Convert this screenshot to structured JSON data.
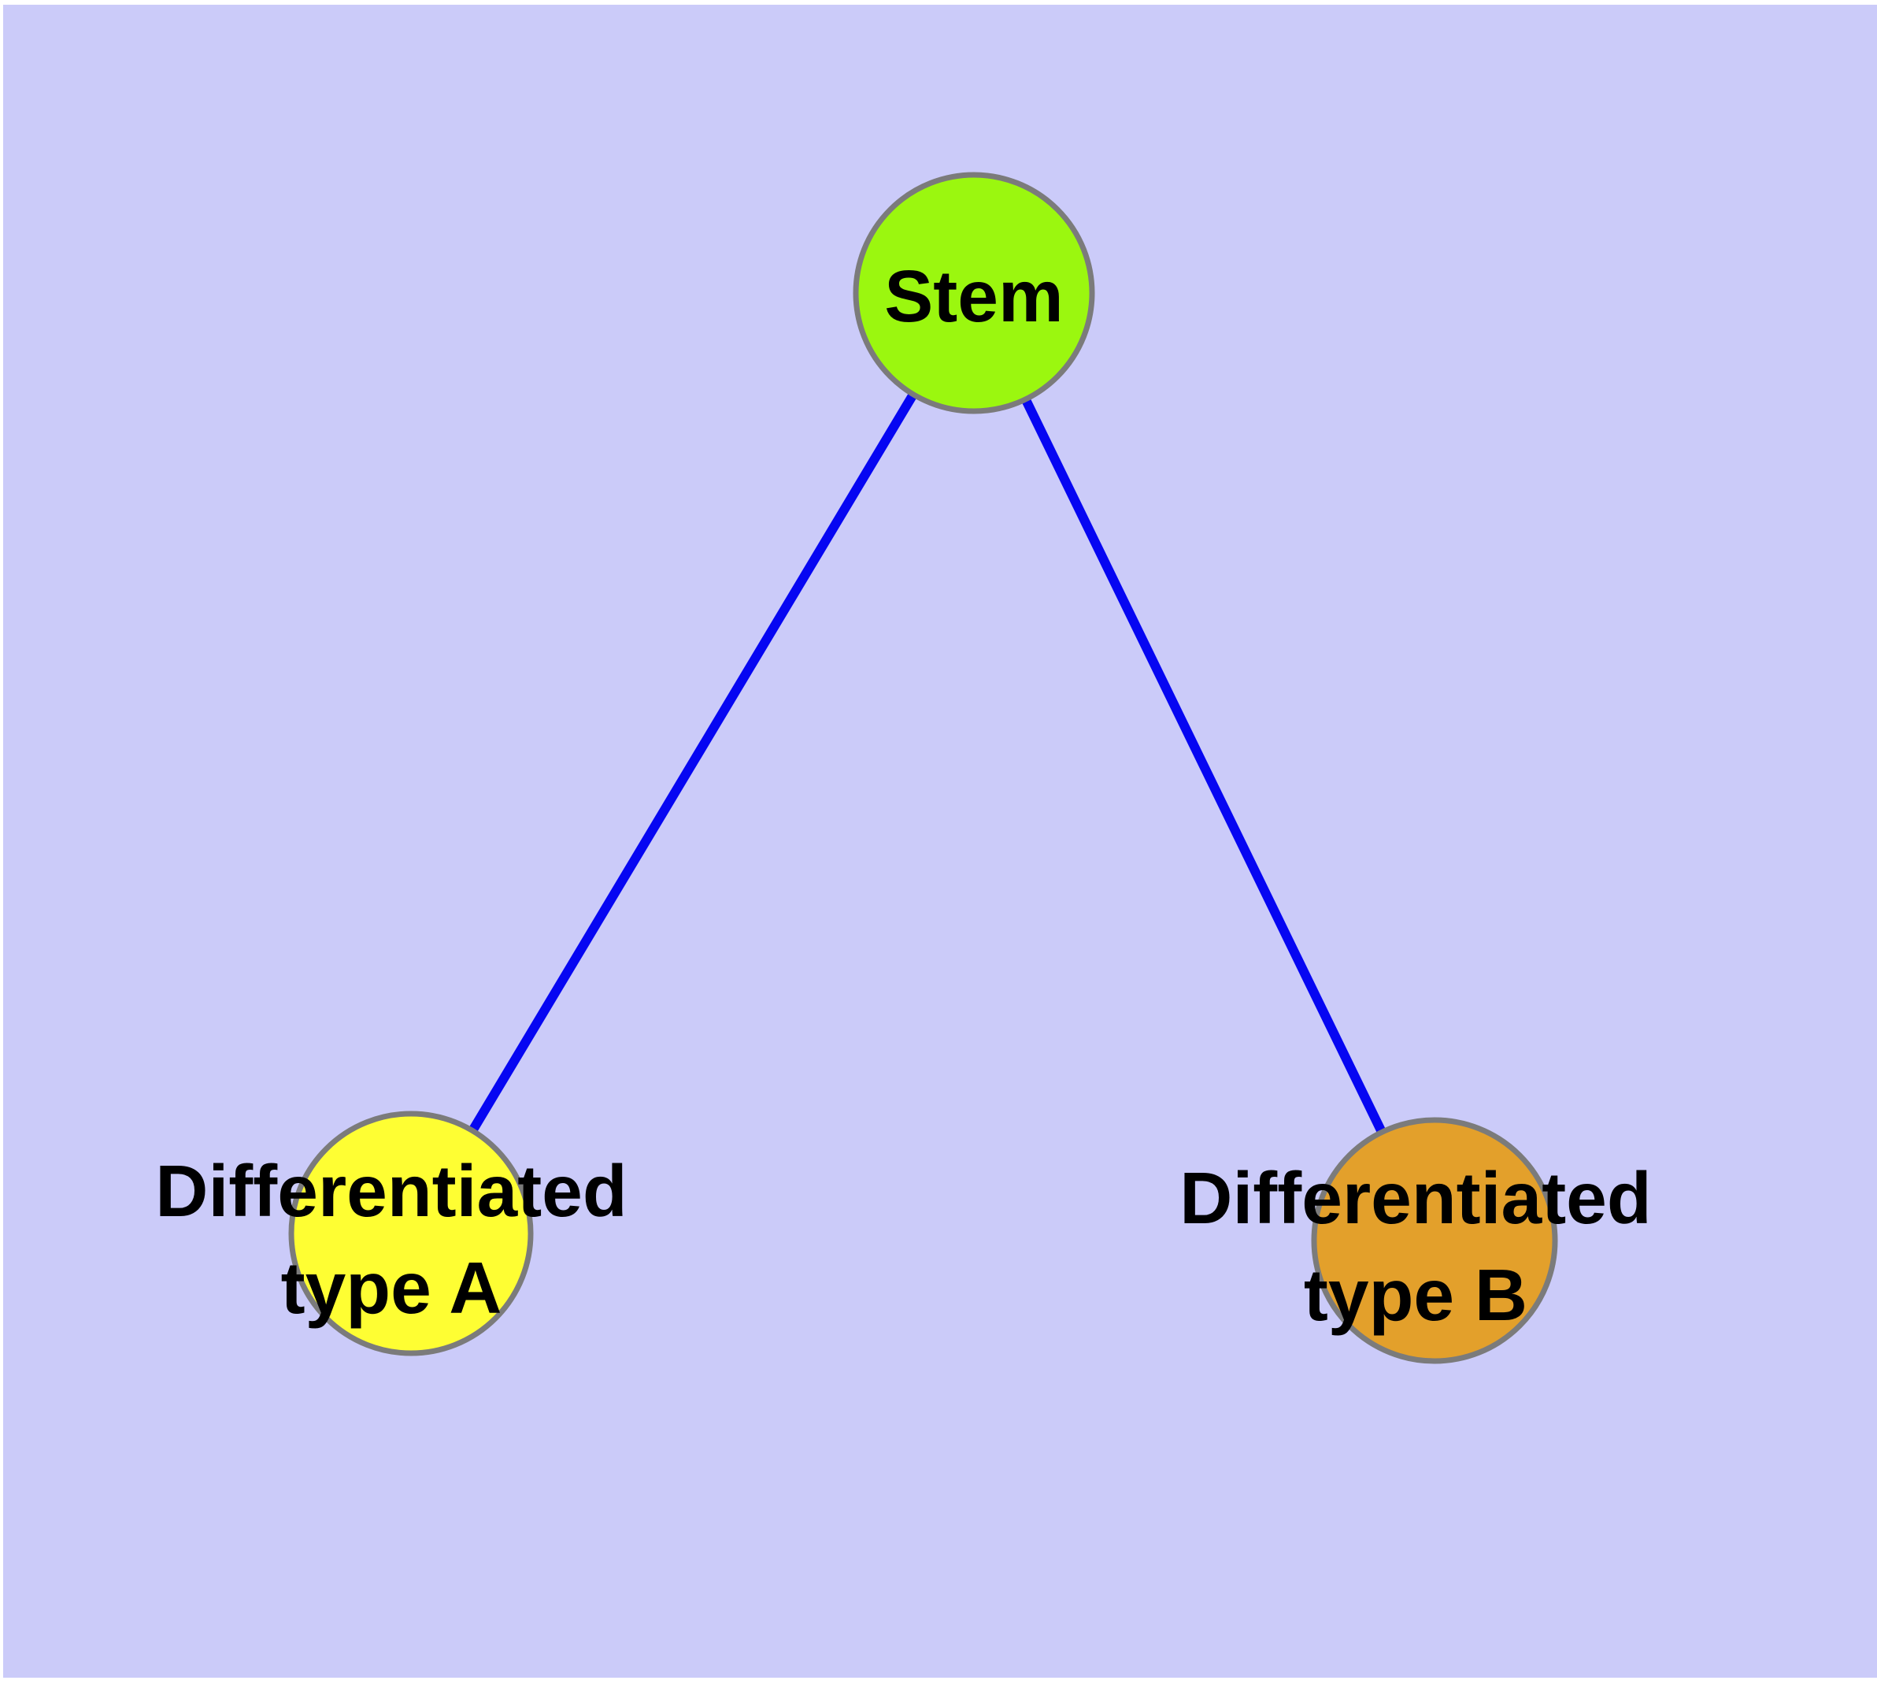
{
  "diagram": {
    "type": "node-link-graph",
    "background_color": "#CBCBF9",
    "frame_color": "#FFFFFF",
    "edge_color": "#0606F2",
    "node_border_color": "#7B7B7B",
    "label_color": "#000000",
    "nodes": [
      {
        "id": "stem",
        "fill": "#9BF70F",
        "lines": [
          "Stem"
        ]
      },
      {
        "id": "differentiated-type-a",
        "fill": "#FEFE33",
        "lines": [
          "Differentiated",
          "type A"
        ]
      },
      {
        "id": "differentiated-type-b",
        "fill": "#E3A02B",
        "lines": [
          "Differentiated",
          "type B"
        ]
      }
    ],
    "edges": [
      {
        "from": "stem",
        "to": "differentiated-type-a"
      },
      {
        "from": "stem",
        "to": "differentiated-type-b"
      }
    ]
  }
}
